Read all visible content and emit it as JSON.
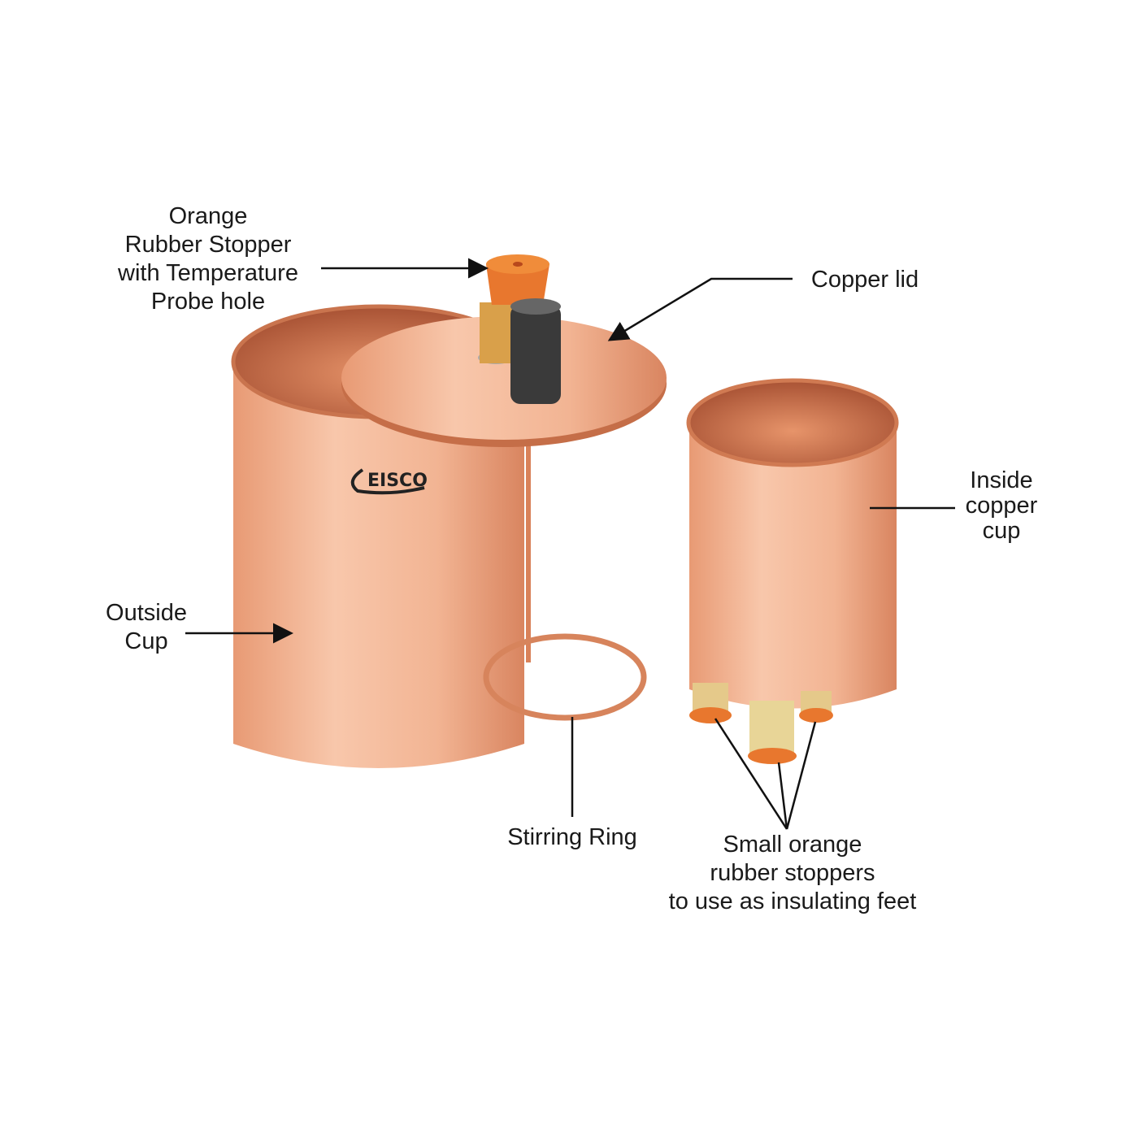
{
  "labels": {
    "stopper": [
      "Orange",
      "Rubber Stopper",
      "with Temperature",
      "Probe hole"
    ],
    "lid": [
      "Copper lid"
    ],
    "inside_cup": [
      "Inside",
      "copper",
      "cup"
    ],
    "outside_cup": [
      "Outside",
      "Cup"
    ],
    "stirring_ring": [
      "Stirring Ring"
    ],
    "feet": [
      "Small orange",
      "rubber stoppers",
      "to use as insulating feet"
    ]
  },
  "logo": "EISCO",
  "colors": {
    "copper": "#f0b08e",
    "copper_dark": "#c8714a",
    "stopper": "#e8772e",
    "text": "#1a1a1a"
  }
}
